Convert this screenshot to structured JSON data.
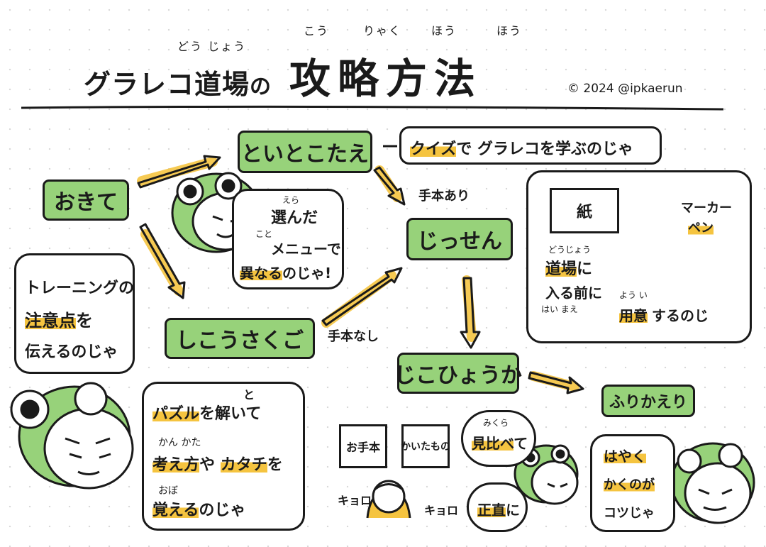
{
  "title": {
    "prefix": "グラレコ",
    "dojo": "道場",
    "no": "の",
    "dojo_furigana": "どう じょう",
    "main": "攻略方法",
    "main_furigana": [
      "こう",
      "りゃく",
      "ほう",
      "ほう"
    ],
    "credit": "© 2024 @ipkaerun"
  },
  "boxes": {
    "okite": "おきて",
    "toitokotae": "といとこたえ",
    "jissen": "じっせん",
    "shikou": "しこうさくご",
    "jiko": "じこひょうか",
    "furikaeri": "ふりかえり"
  },
  "quiz_note": {
    "a": "クイズ",
    "b": "で グラレコを学ぶのじゃ"
  },
  "arrow_labels": {
    "with_model": "手本あり",
    "without_model": "手本なし"
  },
  "okite_bubble": {
    "line1": "トレーニングの",
    "line2a": "注意点",
    "line2b": "を",
    "line3": "伝えるのじゃ"
  },
  "frog_bubble": {
    "furi1": "えら",
    "line1": "選んだ",
    "furi2": "こと",
    "line2": "メニューで",
    "line3a": "異なる",
    "line3b": "のじゃ!"
  },
  "shikou_bubble": {
    "furi1": "と",
    "line1a": "パズル",
    "line1b": "を解いて",
    "furi2": "かん  かた",
    "line2a": "考え方",
    "line2b": "や",
    "line2c": "カタチ",
    "line2d": "を",
    "furi3": "おぼ",
    "line3a": "覚える",
    "line3b": "のじゃ"
  },
  "jissen_bubble": {
    "paper": "紙",
    "marker1": "マーカー",
    "marker2": "ペン",
    "furi1": "どうじょう",
    "line1a": "道場",
    "line1b": "に",
    "line2": "入る前に",
    "furi2": "はい    まえ",
    "furi3": "よう い",
    "line3a": "用意",
    "line3b": "するのじ"
  },
  "jiko_area": {
    "otehon": "お手本",
    "kaitamono": "かいたもの",
    "kyoro1": "キョロ",
    "kyoro2": "キョロ",
    "furi1": "みくら",
    "compare_a": "見比べ",
    "compare_b": "て",
    "honest_a": "正直",
    "honest_b": "に"
  },
  "furikaeri_bubble": {
    "line1": "はやく",
    "line2": "かくのが",
    "line3": "コツじゃ"
  },
  "colors": {
    "green": "#97d27a",
    "yellow": "#f5c440",
    "ink": "#1a1a1a"
  }
}
